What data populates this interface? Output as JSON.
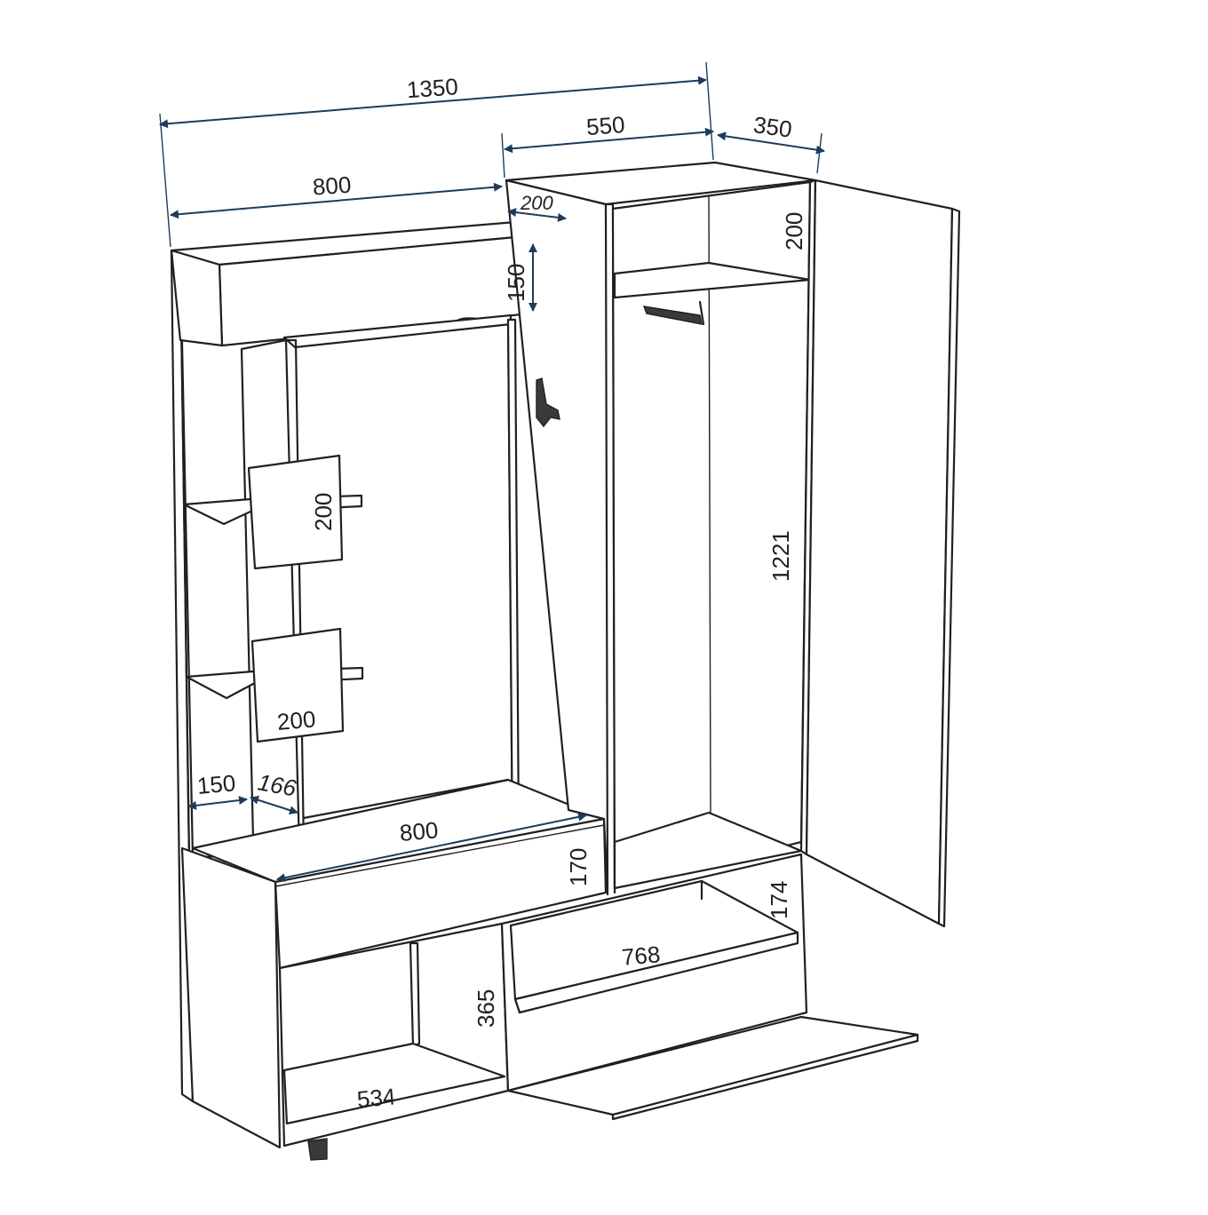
{
  "dimensions": {
    "overall_width": "1350",
    "right_cabinet_width": "550",
    "door_depth": "350",
    "top_section_width": "800",
    "top_shelf_depth": "200",
    "top_box_height": "150",
    "cabinet_top_compartment": "200",
    "hanging_height": "1221",
    "upper_shelf_size": "200",
    "lower_shelf_size": "200",
    "side_shelf_width": "150",
    "post_width": "166",
    "bench_width": "800",
    "drawer_height": "170",
    "shelf_compartment_height": "174",
    "lower_shelf_width": "768",
    "lower_compartment_height": "365",
    "bottom_shelf_width": "534"
  }
}
